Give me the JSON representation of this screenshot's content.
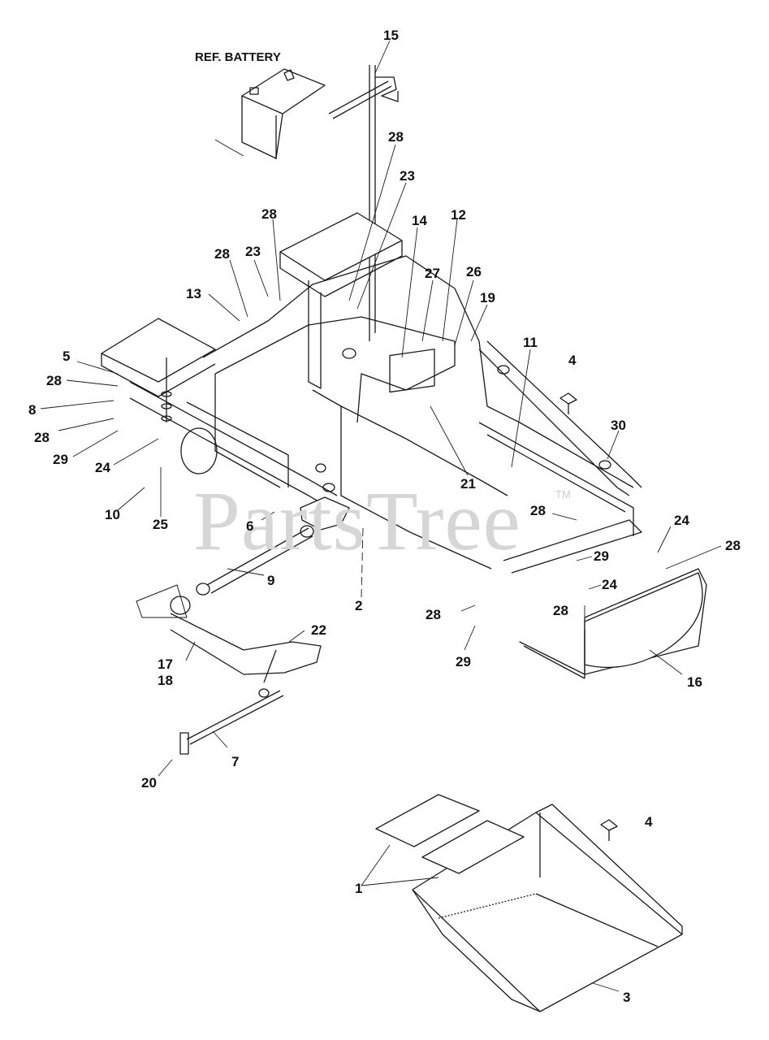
{
  "diagram": {
    "ref_label": "REF. BATTERY",
    "watermark": "PartsTree",
    "watermark_mark": "TM",
    "callouts": {
      "c15": "15",
      "c28a": "28",
      "c23a": "23",
      "c14": "14",
      "c12": "12",
      "c28b": "28",
      "c23b": "23",
      "c28c": "28",
      "c27": "27",
      "c26": "26",
      "c19": "19",
      "c13": "13",
      "c11": "11",
      "c4a": "4",
      "c5": "5",
      "c28d": "28",
      "c8": "8",
      "c28e": "28",
      "c29a": "29",
      "c30": "30",
      "c24a": "24",
      "c21": "21",
      "c10": "10",
      "c25": "25",
      "c6": "6",
      "c28f": "28",
      "c24b": "24",
      "c28g": "28",
      "c9": "9",
      "c29b": "29",
      "c24c": "24",
      "c2": "2",
      "c28h": "28",
      "c28i": "28",
      "c22": "22",
      "c29c": "29",
      "c17": "17",
      "c18": "18",
      "c16": "16",
      "c7": "7",
      "c20": "20",
      "c4b": "4",
      "c1": "1",
      "c3": "3"
    }
  }
}
